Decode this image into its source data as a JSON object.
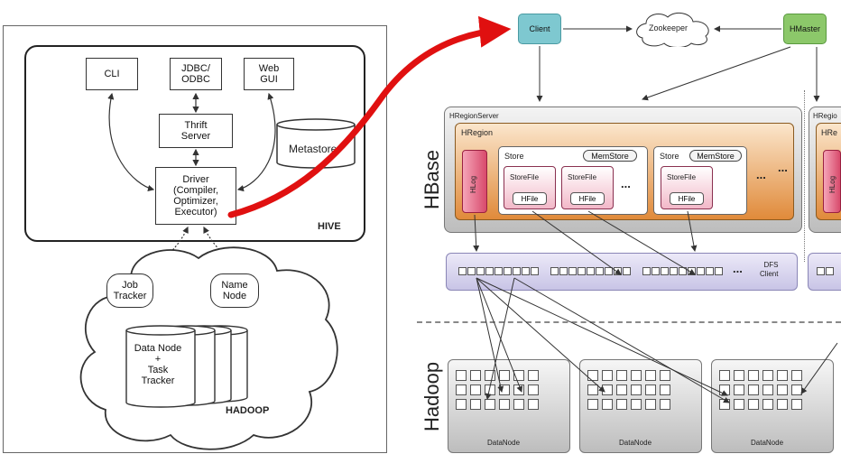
{
  "hive": {
    "cli": "CLI",
    "jdbc": "JDBC/\nODBC",
    "webgui": "Web\nGUI",
    "thrift": "Thrift\nServer",
    "metastore": "Metastore",
    "driver": "Driver\n(Compiler,\nOptimizer,\nExecutor)",
    "label": "HIVE"
  },
  "hadoop_left": {
    "job_tracker": "Job\nTracker",
    "name_node": "Name\nNode",
    "data_node": "Data Node\n+\nTask\nTracker",
    "label": "HADOOP"
  },
  "hbase": {
    "client": "Client",
    "zookeeper": "Zookeeper",
    "hmaster": "HMaster",
    "hregionserver": "HRegionServer",
    "hregionserver_partial": "HRegio",
    "hregion": "HRegion",
    "hregion_partial": "HRe",
    "hlog": "HLog",
    "store": "Store",
    "memstore": "MemStore",
    "storefile": "StoreFile",
    "hfile": "HFile",
    "ellipsis": "...",
    "dfs_client": "DFS\nClient",
    "hbase_label": "HBase",
    "hadoop_label": "Hadoop",
    "datanode": "DataNode"
  },
  "colors": {
    "client": "#7ec8d0",
    "hmaster": "#8cc86a",
    "hregion_orange": "#e8a45c",
    "hlog_pink": "#e06a86",
    "dfs_lavender": "#c8c4e6",
    "red_arrow": "#e01010"
  }
}
